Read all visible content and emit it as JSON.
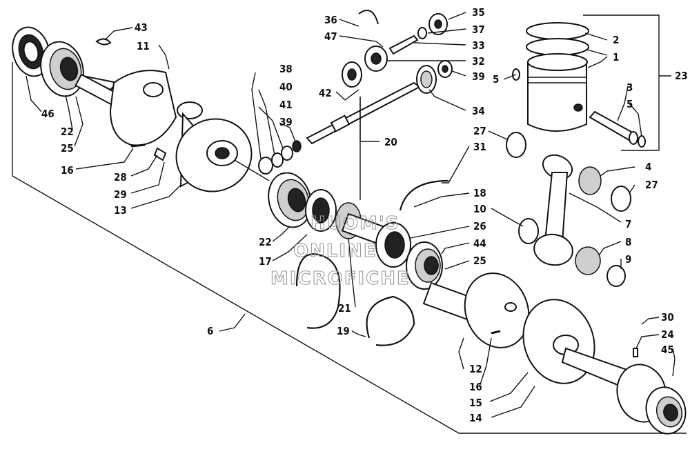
{
  "diagram": {
    "labels": {
      "l1": "1",
      "l2": "2",
      "l3": "3",
      "l4": "4",
      "l5a": "5",
      "l5b": "5",
      "l6": "6",
      "l7": "7",
      "l8": "8",
      "l9": "9",
      "l10": "10",
      "l11": "11",
      "l12": "12",
      "l13": "13",
      "l14": "14",
      "l15": "15",
      "l16a": "16",
      "l16b": "16",
      "l17": "17",
      "l18": "18",
      "l19": "19",
      "l20": "20",
      "l21": "21",
      "l22a": "22",
      "l22b": "22",
      "l23": "23",
      "l24": "24",
      "l25a": "25",
      "l25b": "25",
      "l26": "26",
      "l27a": "27",
      "l27b": "27",
      "l28": "28",
      "l29": "29",
      "l30": "30",
      "l31": "31",
      "l32": "32",
      "l33": "33",
      "l34": "34",
      "l35": "35",
      "l36": "36",
      "l37": "37",
      "l38": "38",
      "l39a": "39",
      "l39b": "39",
      "l40": "40",
      "l41": "41",
      "l42": "42",
      "l43": "43",
      "l44": "44",
      "l45": "45",
      "l46": "46",
      "l47": "47"
    },
    "watermark": {
      "line1": "HUOM'S",
      "line2": "ONLINE",
      "line3": "MICROFICHE"
    }
  }
}
